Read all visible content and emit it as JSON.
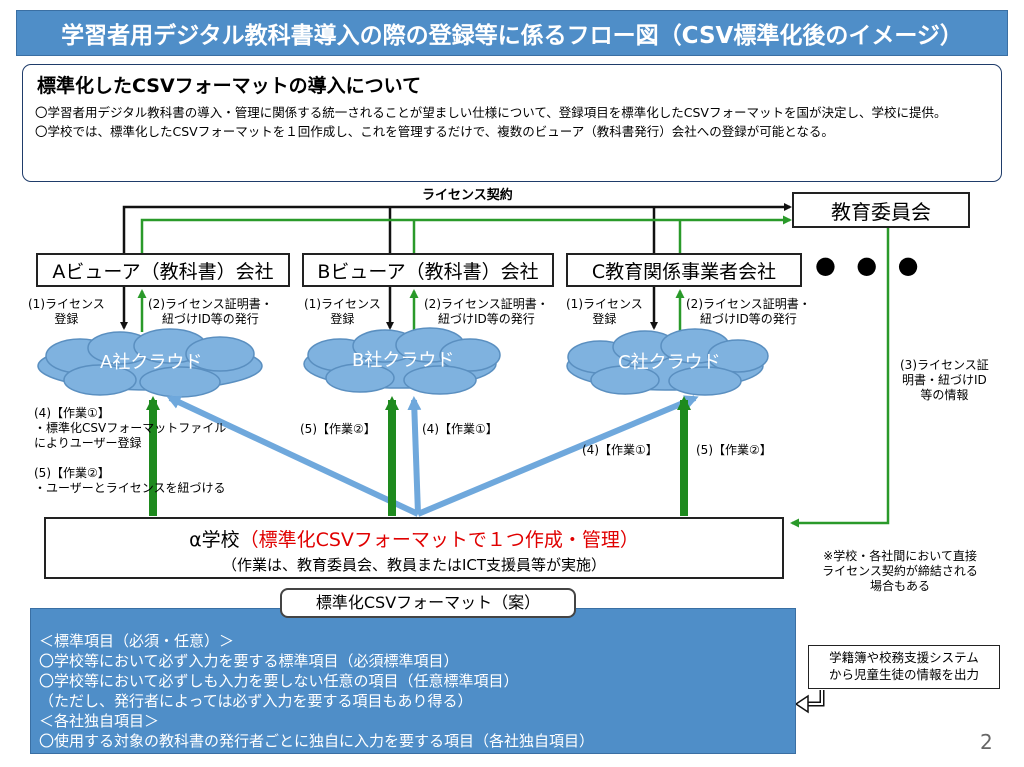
{
  "title": "学習者用デジタル教科書導入の際の登録等に係るフロー図（CSV標準化後のイメージ）",
  "intro": {
    "heading": "標準化したCSVフォーマットの導入について",
    "p1": "〇学習者用デジタル教科書の導入・管理に関係する統一されることが望ましい仕様について、登録項目を標準化したCSVフォーマットを国が決定し、学校に提供。",
    "p2": "〇学校では、標準化したCSVフォーマットを１回作成し、これを管理するだけで、複数のビューア（教科書発行）会社への登録が可能となる。"
  },
  "diagram": {
    "license_contract": "ライセンス契約",
    "board": "教育委員会",
    "company_a": "Aビューア（教科書）会社",
    "company_b": "Bビューア（教科書）会社",
    "company_c": "C教育関係事業者会社",
    "ellipsis": "● ● ●",
    "step1": "(1)ライセンス\n登録",
    "step2": "(2)ライセンス証明書・\n紐づけID等の発行",
    "cloud_a": "A社クラウド",
    "cloud_b": "B社クラウド",
    "cloud_c": "C社クラウド",
    "step3": "(3)ライセンス証\n明書・紐づけID\n等の情報",
    "work_a": "(4)【作業①】\n・標準化CSVフォーマットファイル\nによりユーザー登録\n\n(5)【作業②】\n・ユーザーとライセンスを紐づける",
    "b_work2": "(5)【作業②】",
    "b_work1": "(4)【作業①】",
    "c_work1": "(4)【作業①】",
    "c_work2": "(5)【作業②】",
    "school_prefix": "α学校",
    "school_red": "（標準化CSVフォーマットで１つ作成・管理）",
    "school_sub": "（作業は、教育委員会、教員またはICT支援員等が実施）",
    "note": "※学校・各社間において直接\nライセンス契約が締結される\n場合もある"
  },
  "standard": {
    "tab": "標準化CSVフォーマット（案）",
    "lines": [
      "＜標準項目（必須・任意）＞",
      "〇学校等において必ず入力を要する標準項目（必須標準項目）",
      "〇学校等において必ずしも入力を要しない任意の項目（任意標準項目）",
      "（ただし、発行者によっては必ず入力を要する項目もあり得る）",
      "＜各社独自項目＞",
      "〇使用する対象の教科書の発行者ごとに独自に入力を要する項目（各社独自項目）"
    ],
    "side": "学籍簿や校務支援システム\nから児童生徒の情報を出力"
  },
  "page_number": "2",
  "colors": {
    "blue_bar": "#4f8ec8",
    "cloud": "#7fb2df",
    "green": "#2a9a2a",
    "arrow_blue": "#6fa8dc",
    "red": "#e00000"
  }
}
